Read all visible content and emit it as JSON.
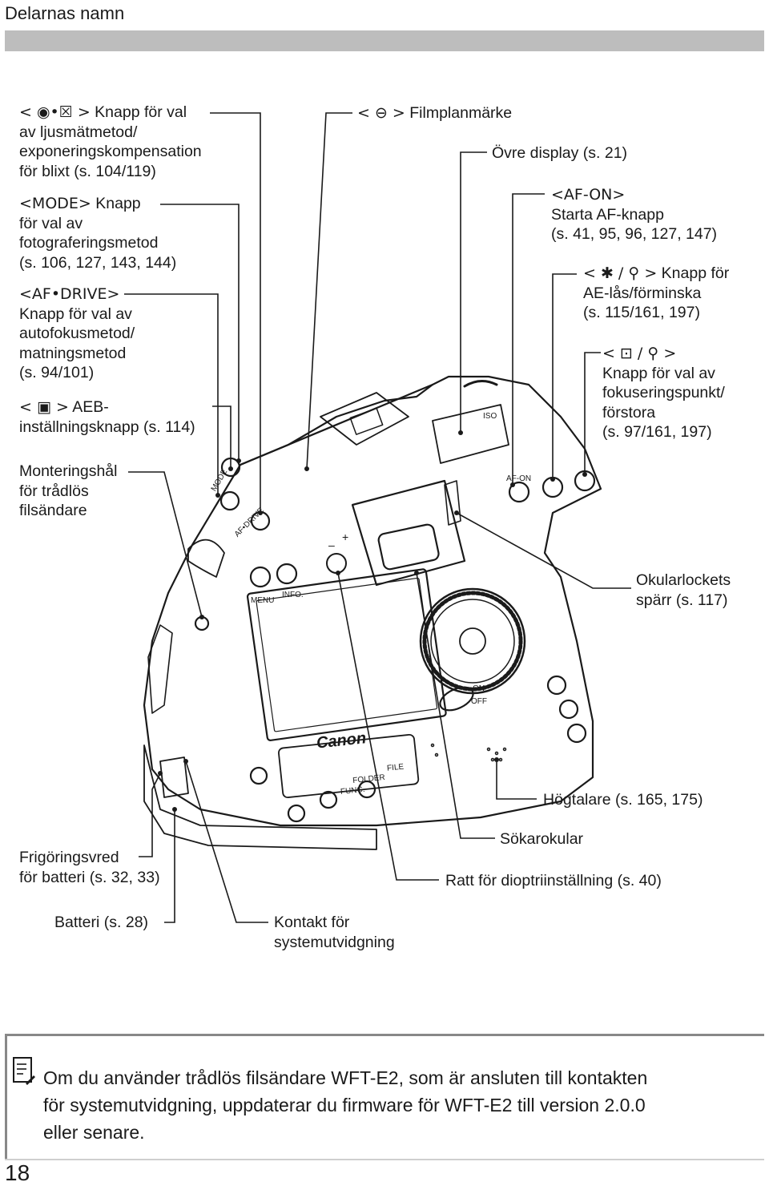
{
  "header": {
    "title": "Delarnas namn"
  },
  "labels": {
    "metering": {
      "symbol": "< ◉•☒ >",
      "lines": [
        "Knapp för val",
        "av ljusmätmetod/",
        "exponeringskompensation",
        "för blixt (s. 104/119)"
      ]
    },
    "mode": {
      "symbol": "<MODE>",
      "lines": [
        "Knapp",
        "för val av",
        "fotograferingsmetod",
        "(s. 106, 127, 143, 144)"
      ]
    },
    "af_drive": {
      "symbol": "<AF•DRIVE>",
      "lines": [
        "Knapp för val av",
        "autofokusmetod/",
        "matningsmetod",
        "(s. 94/101)"
      ]
    },
    "aeb": {
      "symbol": "< ▣ >",
      "lines": [
        "AEB-",
        "inställningsknapp (s. 114)"
      ]
    },
    "wireless": {
      "lines": [
        "Monteringshål",
        "för trådlös",
        "filsändare"
      ]
    },
    "film_plane": {
      "symbol": "< ⊖ >",
      "text": "Filmplanmärke"
    },
    "top_display": {
      "text": "Övre display (s. 21)"
    },
    "af_on": {
      "symbol": "<AF-ON>",
      "lines": [
        "Starta AF-knapp",
        "(s. 41, 95, 96, 127, 147)"
      ]
    },
    "ae_lock": {
      "symbol": "< ✱ / ⚲ >",
      "lines": [
        "Knapp för",
        "AE-lås/förminska",
        "(s. 115/161, 197)"
      ]
    },
    "af_point": {
      "symbol": "< ⊡ / ⚲ >",
      "lines": [
        "Knapp för val av",
        "fokuseringspunkt/",
        "förstora",
        "(s. 97/161, 197)"
      ]
    },
    "eyecup_lock": {
      "lines": [
        "Okularlockets",
        "spärr (s. 117)"
      ]
    },
    "speaker": {
      "text": "Högtalare (s. 165, 175)"
    },
    "eyepiece": {
      "text": "Sökarokular"
    },
    "diopter": {
      "text": "Ratt för dioptriinställning (s. 40)"
    },
    "battery_release": {
      "lines": [
        "Frigöringsvred",
        "för batteri (s. 32, 33)"
      ]
    },
    "battery": {
      "text": "Batteri (s. 28)"
    },
    "system_ext": {
      "lines": [
        "Kontakt för",
        "systemutvidgning"
      ]
    }
  },
  "camera": {
    "brand": "Canon",
    "marks": {
      "mode": "MODE",
      "af_drive": "AF•DRIVE",
      "menu": "MENU",
      "info": "INFO.",
      "af_on": "AF-ON",
      "on": "ON",
      "off": "OFF",
      "folder": "FOLDER",
      "file": "FILE",
      "func": "FUNC.",
      "iso": "ISO",
      "minus": "–",
      "plus": "+"
    }
  },
  "note": {
    "icon": "memo-icon",
    "lines": [
      "Om du använder trådlös filsändare WFT-E2, som är ansluten till kontakten",
      "för systemutvidgning, uppdaterar du firmware för WFT-E2 till version 2.0.0",
      "eller senare."
    ]
  },
  "page_number": "18"
}
